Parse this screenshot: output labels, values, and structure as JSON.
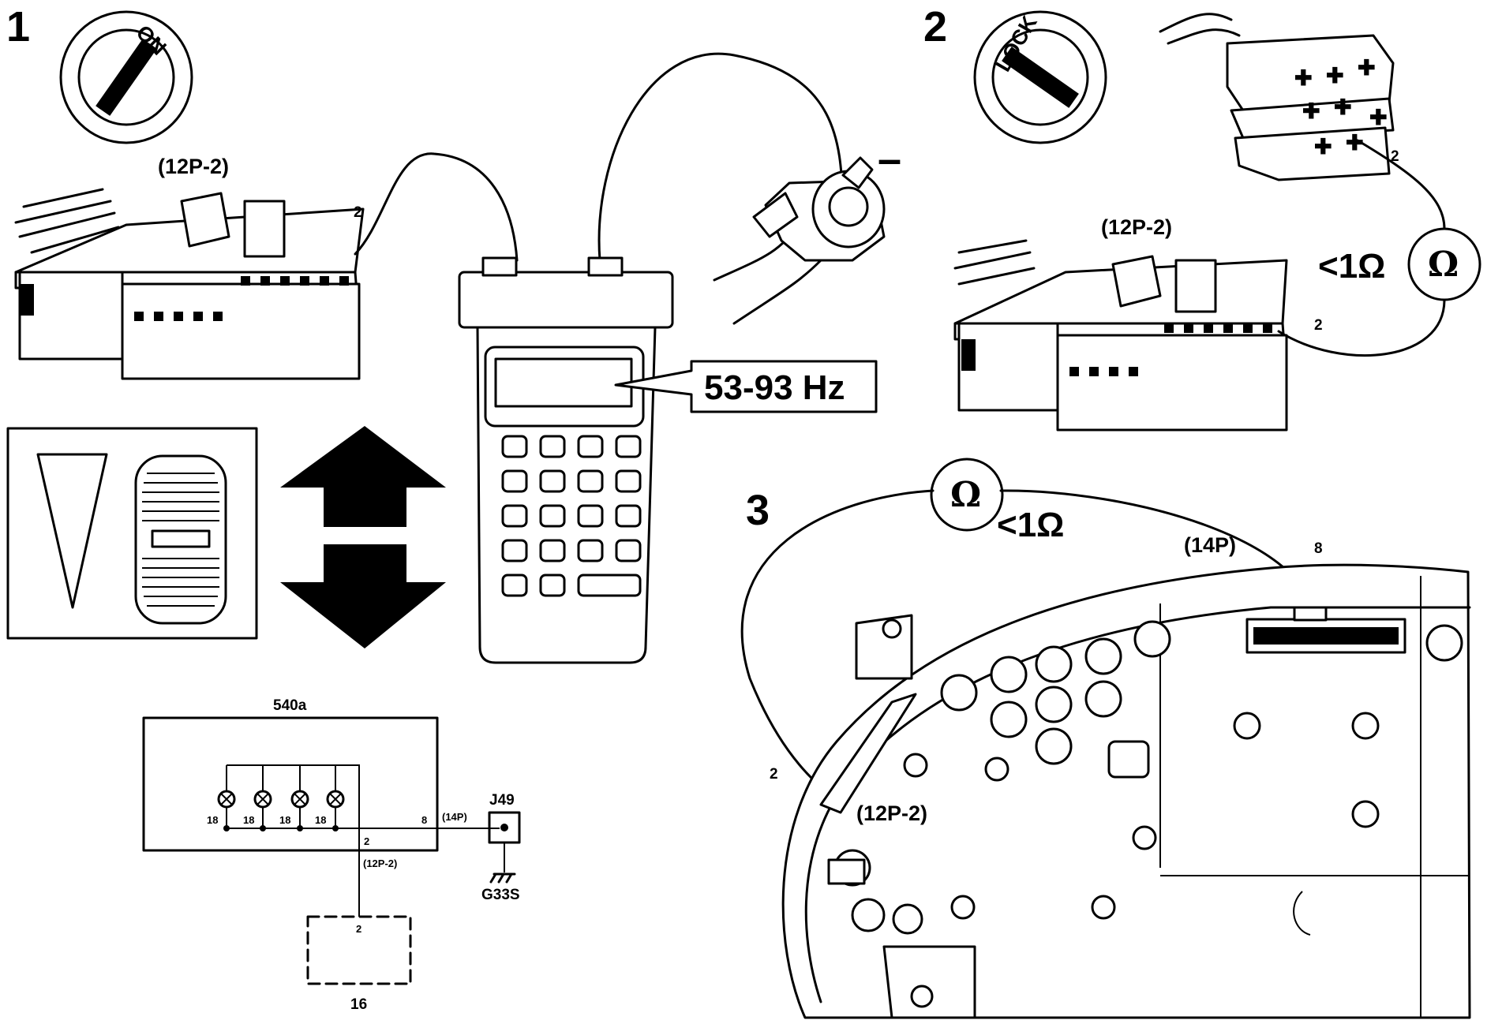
{
  "panel1": {
    "step": "1",
    "ignition_label": "ON",
    "connector_label": "(12P-2)",
    "pin_label": "2",
    "meter_reading": "53-93 Hz",
    "minus_sign": "–"
  },
  "panel2": {
    "step": "2",
    "ignition_label": "LOCK",
    "connector_label": "(12P-2)",
    "pin_label_top": "2",
    "pin_label_bottom": "2",
    "resistance": "<1Ω",
    "ohm_symbol": "Ω"
  },
  "panel3": {
    "step": "3",
    "resistance": "<1Ω",
    "ohm_symbol": "Ω",
    "connector_14p": "(14P)",
    "pin_8": "8",
    "connector_12p": "(12P-2)",
    "pin_2": "2"
  },
  "schematic": {
    "unit": "540a",
    "bulb_labels": [
      "18",
      "18",
      "18",
      "18"
    ],
    "pin_8": "8",
    "conn_14p": "(14P)",
    "pin_2": "2",
    "conn_12p": "(12P-2)",
    "junction": "J49",
    "ground": "G33S",
    "module_pin": "2",
    "module": "16"
  }
}
